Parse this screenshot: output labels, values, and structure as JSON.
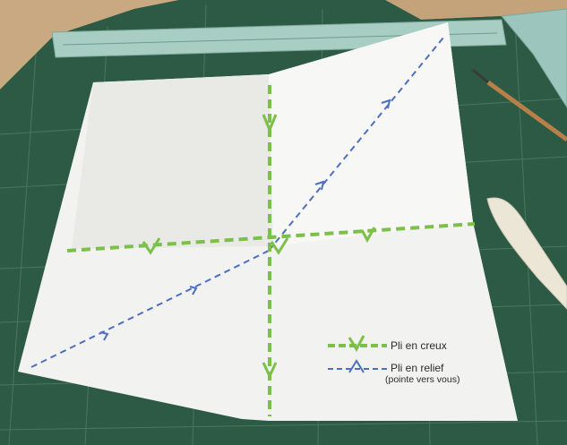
{
  "legend": {
    "valley_fold_label": "Pli en creux",
    "mountain_fold_label": "Pli en relief",
    "mountain_fold_note": "(pointe vers vous)"
  },
  "colors": {
    "cutting_mat": "#2c5a44",
    "mat_grid": "#5f8e76",
    "paper": "#f2f2f0",
    "valley_fold": "#7cc04a",
    "mountain_fold": "#4d6fc0",
    "ruler": "#a8cec4",
    "wood_table": "#c9a982",
    "bone_folder": "#ebe6d6"
  },
  "icons": [
    "valley-fold-symbol-icon",
    "mountain-fold-symbol-icon",
    "fold-direction-arrow-icon"
  ]
}
